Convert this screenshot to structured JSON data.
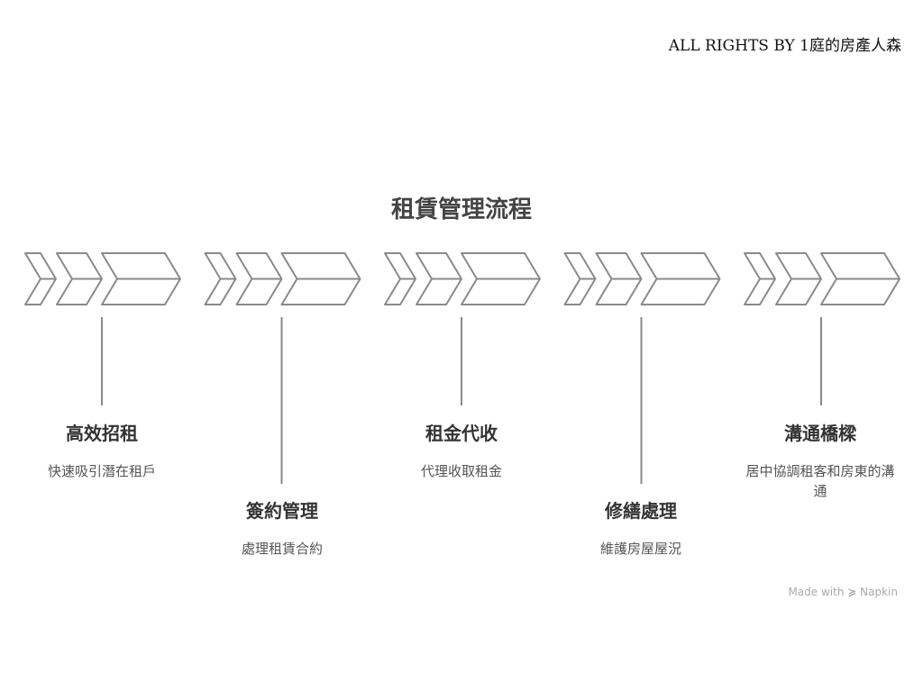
{
  "copyright": "ALL RIGHTS BY 1庭的房產人森",
  "title": "租賃管理流程",
  "steps": [
    {
      "heading": "高效招租",
      "desc": "快速吸引潛在租戶",
      "position": "upper"
    },
    {
      "heading": "簽約管理",
      "desc": "處理租賃合約",
      "position": "lower"
    },
    {
      "heading": "租金代收",
      "desc": "代理收取租金",
      "position": "upper"
    },
    {
      "heading": "修繕處理",
      "desc": "維護房屋屋況",
      "position": "lower"
    },
    {
      "heading": "溝通橋樑",
      "desc": "居中協調租客和房東的溝通",
      "position": "upper"
    }
  ],
  "watermark": {
    "prefix": "Made with",
    "brand": "Napkin",
    "icon": "napkin-logo-icon"
  },
  "colors": {
    "stroke": "#8a8a8a",
    "heading": "#333333"
  }
}
